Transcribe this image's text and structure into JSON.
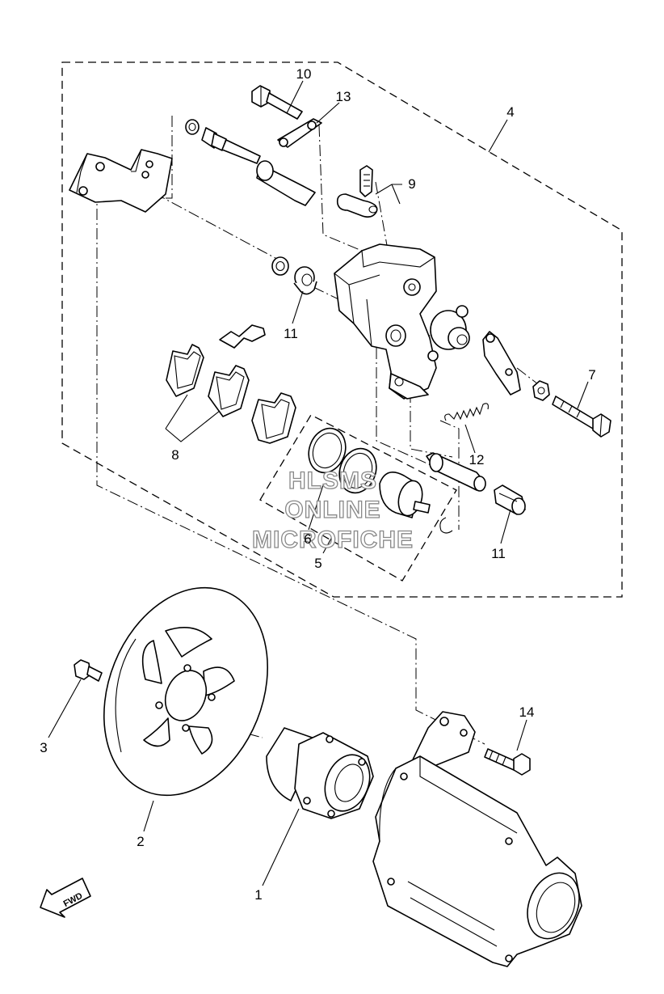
{
  "callouts": {
    "c1": "1",
    "c2": "2",
    "c3": "3",
    "c4": "4",
    "c5": "5",
    "c6": "6",
    "c7": "7",
    "c8": "8",
    "c9": "9",
    "c10": "10",
    "c11a": "11",
    "c11b": "11",
    "c12": "12",
    "c13": "13",
    "c14": "14"
  },
  "watermark": {
    "line1": "HLSMS",
    "line2": "ONLINE",
    "line3": "MICROFICHE"
  },
  "fwd_label": "FWD"
}
